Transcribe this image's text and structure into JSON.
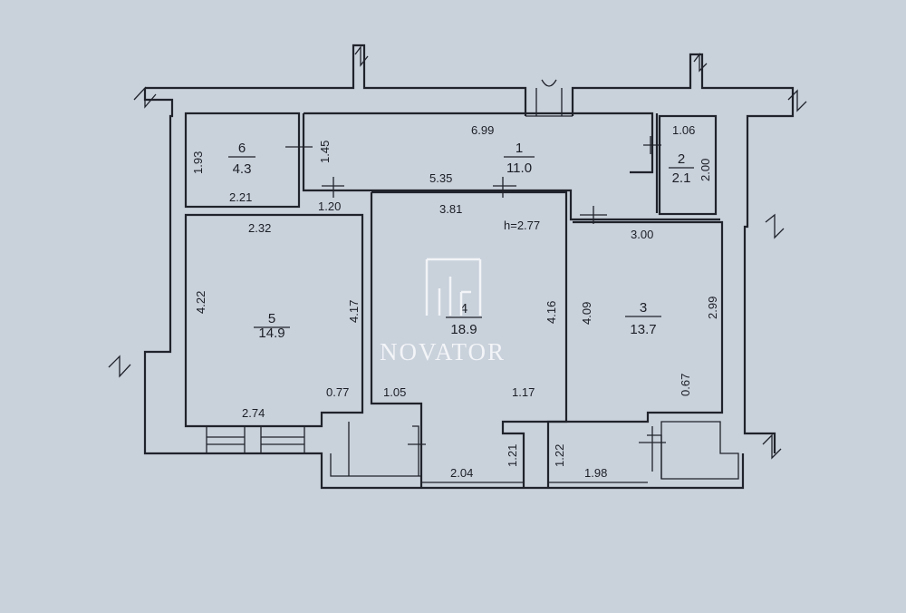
{
  "colors": {
    "paper": "#c9d1db",
    "ink": "#20232b",
    "watermark": "#f2f4f7"
  },
  "rooms": [
    {
      "number": "1",
      "area": "11.0"
    },
    {
      "number": "2",
      "area": "2.1"
    },
    {
      "number": "3",
      "area": "13.7"
    },
    {
      "number": "4",
      "area": "18.9"
    },
    {
      "number": "5",
      "area": "14.9"
    },
    {
      "number": "6",
      "area": "4.3"
    }
  ],
  "ceiling_height": "h=2.77",
  "dimensions": {
    "d699": "6.99",
    "d106": "1.06",
    "d193": "1.93",
    "d145": "1.45",
    "d200": "2.00",
    "d221": "2.21",
    "d535": "5.35",
    "d120": "1.20",
    "d381": "3.81",
    "d232": "2.32",
    "d300": "3.00",
    "d422": "4.22",
    "d417": "4.17",
    "d416": "4.16",
    "d409": "4.09",
    "d299": "2.99",
    "d067": "0.67",
    "d077": "0.77",
    "d105": "1.05",
    "d117": "1.17",
    "d274": "2.74",
    "d121": "1.21",
    "d122": "1.22",
    "d204": "2.04",
    "d198": "1.98"
  },
  "watermark": {
    "text": "NOVATOR"
  }
}
